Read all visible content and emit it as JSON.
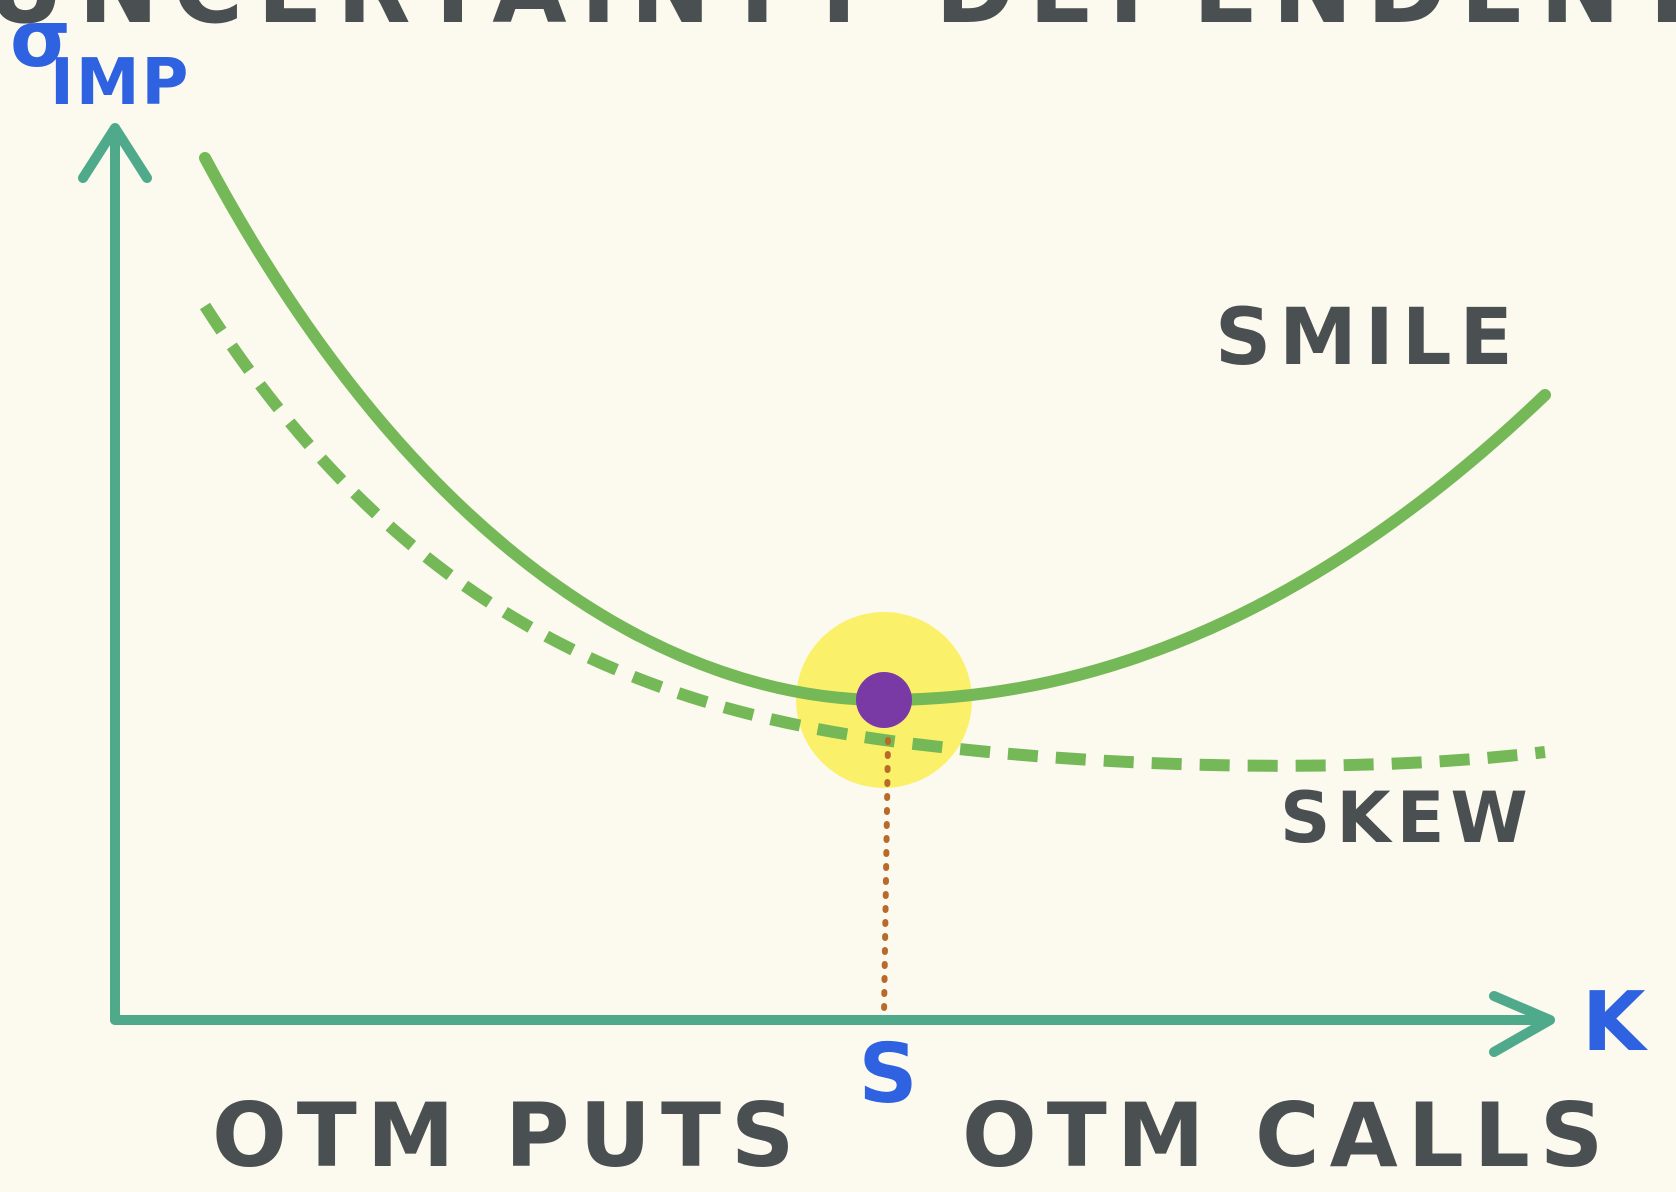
{
  "title_partial": "UNCERTAINTY DEPENDENT",
  "y_axis": {
    "symbol": "σ",
    "subscript": "IMP"
  },
  "x_axis": {
    "label": "K",
    "spot_label": "S"
  },
  "curves": {
    "smile_label": "SMILE",
    "skew_label": "SKEW"
  },
  "regions": {
    "left": "OTM PUTS",
    "right": "OTM CALLS"
  },
  "colors": {
    "background": "#fcf9ee",
    "axis": "#4faa8c",
    "curve": "#74b857",
    "label_dark": "#4a4f52",
    "axis_label": "#2f62e0",
    "spot_dot": "#7a3aa6",
    "highlight": "#fbf06a",
    "dotted_line": "#b86a2a"
  }
}
